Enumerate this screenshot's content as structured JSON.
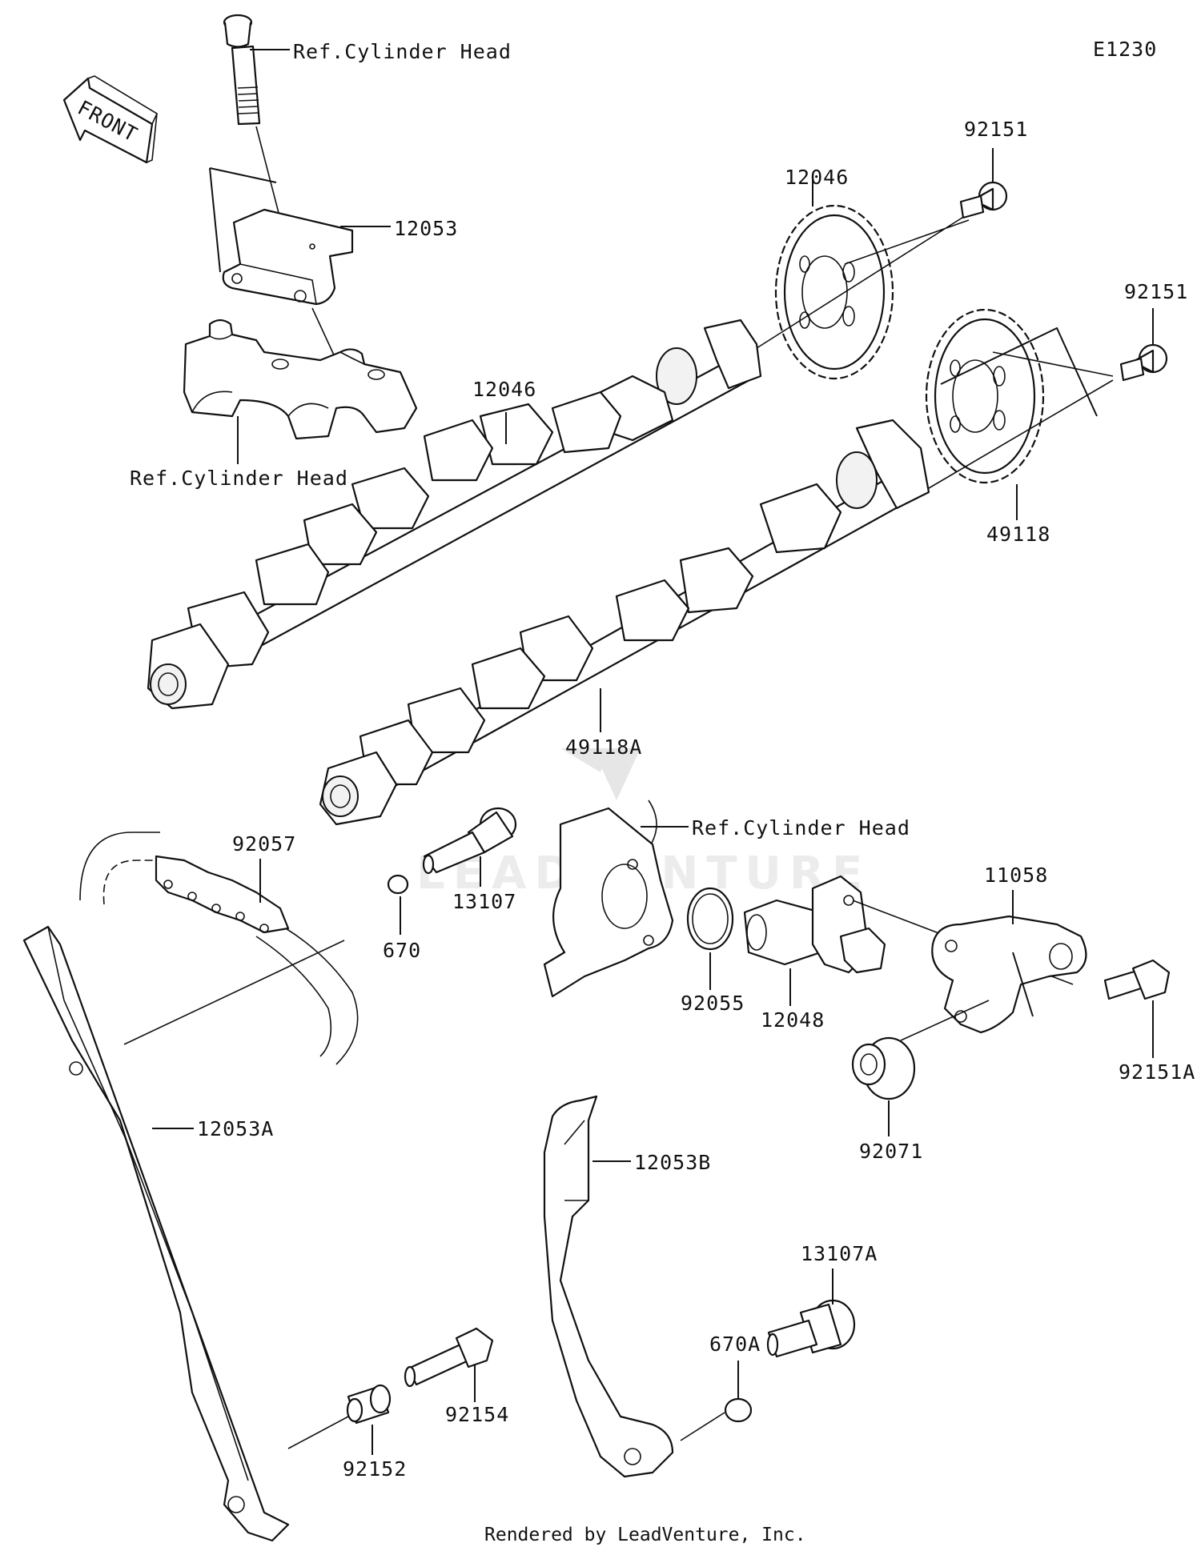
{
  "diagram": {
    "code": "E1230",
    "front_label": "FRONT",
    "credit": "Rendered by LeadVenture, Inc.",
    "watermark": "LEADVENTURE",
    "callouts": [
      {
        "id": "ref-cyl-head-top",
        "text": "Ref.Cylinder Head"
      },
      {
        "id": "12053",
        "text": "12053"
      },
      {
        "id": "ref-cyl-head-left",
        "text": "Ref.Cylinder Head"
      },
      {
        "id": "12046-top",
        "text": "12046"
      },
      {
        "id": "92151-top",
        "text": "92151"
      },
      {
        "id": "92151-right",
        "text": "92151"
      },
      {
        "id": "49118",
        "text": "49118"
      },
      {
        "id": "12046-right",
        "text": "12046"
      },
      {
        "id": "49118A",
        "text": "49118A"
      },
      {
        "id": "ref-cyl-head-mid",
        "text": "Ref.Cylinder Head"
      },
      {
        "id": "92057",
        "text": "92057"
      },
      {
        "id": "670",
        "text": "670"
      },
      {
        "id": "13107",
        "text": "13107"
      },
      {
        "id": "92055",
        "text": "92055"
      },
      {
        "id": "12048",
        "text": "12048"
      },
      {
        "id": "11058",
        "text": "11058"
      },
      {
        "id": "92151A",
        "text": "92151A"
      },
      {
        "id": "92071",
        "text": "92071"
      },
      {
        "id": "12053A",
        "text": "12053A"
      },
      {
        "id": "12053B",
        "text": "12053B"
      },
      {
        "id": "13107A",
        "text": "13107A"
      },
      {
        "id": "670A",
        "text": "670A"
      },
      {
        "id": "92154",
        "text": "92154"
      },
      {
        "id": "92152",
        "text": "92152"
      }
    ]
  }
}
